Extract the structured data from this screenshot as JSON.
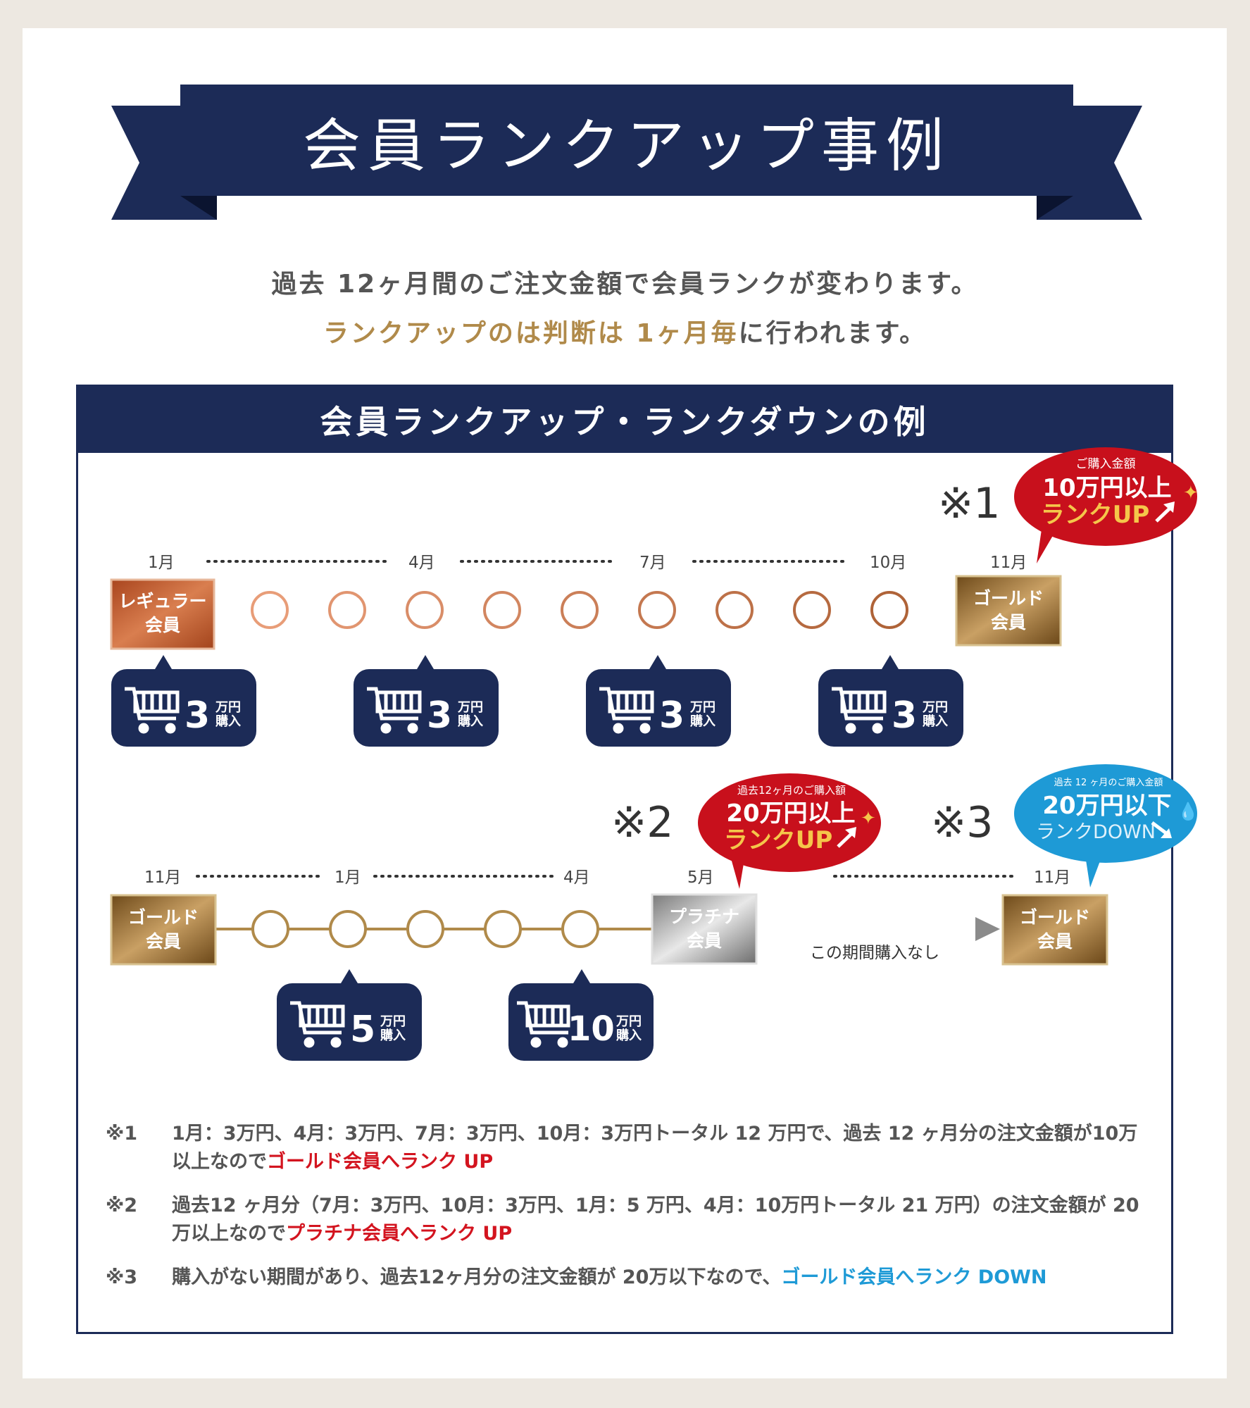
{
  "header": {
    "title": "会員ランクアップ事例"
  },
  "intro": {
    "line1": "過去 12ヶ月間のご注文金額で会員ランクが変わります。",
    "line2_highlight": "ランクアップのは判断は 1ヶ月毎",
    "line2_rest": "に行われます。"
  },
  "example": {
    "title": "会員ランクアップ・ランクダウンの例",
    "row1": {
      "marker": "※1",
      "months": [
        "1月",
        "4月",
        "7月",
        "10月",
        "11月"
      ],
      "start_rank": [
        "レギュラー",
        "会員"
      ],
      "end_rank": [
        "ゴールド",
        "会員"
      ],
      "purchases": [
        {
          "amount": "3",
          "unit_top": "万円",
          "unit_bottom": "購入"
        },
        {
          "amount": "3",
          "unit_top": "万円",
          "unit_bottom": "購入"
        },
        {
          "amount": "3",
          "unit_top": "万円",
          "unit_bottom": "購入"
        },
        {
          "amount": "3",
          "unit_top": "万円",
          "unit_bottom": "購入"
        }
      ],
      "bubble": {
        "caption": "ご購入金額",
        "line1": "10万円以上",
        "line2": "ランクUP"
      }
    },
    "row2": {
      "marker_up": "※2",
      "marker_down": "※3",
      "months": [
        "11月",
        "1月",
        "4月",
        "5月",
        "11月"
      ],
      "start_rank": [
        "ゴールド",
        "会員"
      ],
      "mid_rank": [
        "プラチナ",
        "会員"
      ],
      "end_rank": [
        "ゴールド",
        "会員"
      ],
      "no_purchase": "この期間購入なし",
      "purchases": [
        {
          "amount": "5",
          "unit_top": "万円",
          "unit_bottom": "購入"
        },
        {
          "amount": "10",
          "unit_top": "万円",
          "unit_bottom": "購入"
        }
      ],
      "bubble_up": {
        "caption": "過去12ヶ月のご購入額",
        "line1": "20万円以上",
        "line2": "ランクUP"
      },
      "bubble_down": {
        "caption": "過去 12 ヶ月のご購入金額",
        "line1": "20万円以下",
        "line2": "ランクDOWN"
      }
    }
  },
  "notes": [
    {
      "mark": "※1",
      "text": "1月：3万円、4月：3万円、7月：3万円、10月：3万円トータル 12 万円で、過去 12 ヶ月分の注文金額が10万以上なので",
      "highlight": "ゴールド会員へランク UP"
    },
    {
      "mark": "※2",
      "text": "過去12 ヶ月分（7月：3万円、10月：3万円、1月：5 万円、4月：10万円トータル 21 万円）の注文金額が 20万以上なので",
      "highlight": "プラチナ会員へランク UP"
    },
    {
      "mark": "※3",
      "text": "購入がない期間があり、過去12ヶ月分の注文金額が 20万以下なので、",
      "highlight": "ゴールド会員へランク DOWN"
    }
  ],
  "colors": {
    "navy": "#1c2b57",
    "gold": "#b08a4a",
    "red": "#d3141f",
    "blue": "#1e9ad6",
    "copper": "#c4673a"
  }
}
